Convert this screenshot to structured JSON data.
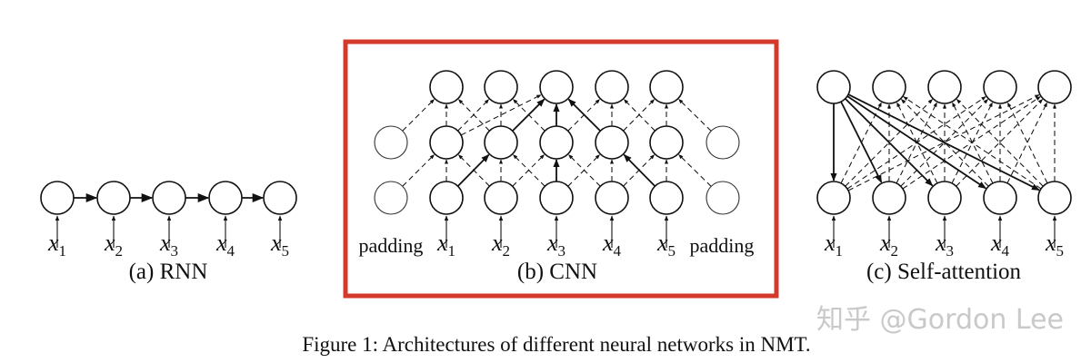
{
  "panels": {
    "rnn": {
      "caption": "(a) RNN",
      "inputs": [
        "1",
        "2",
        "3",
        "4",
        "5"
      ]
    },
    "cnn": {
      "caption": "(b) CNN",
      "inputs": [
        "1",
        "2",
        "3",
        "4",
        "5"
      ],
      "padding_left": "padding",
      "padding_right": "padding"
    },
    "self_attention": {
      "caption": "(c) Self-attention",
      "inputs": [
        "1",
        "2",
        "3",
        "4",
        "5"
      ]
    }
  },
  "input_symbol": "x",
  "figure_caption": "Figure 1:  Architectures of different neural networks in NMT.",
  "watermark": "知乎 @Gordon Lee",
  "colors": {
    "highlight_box": "#d43a2c",
    "ink": "#111111",
    "watermark": "#c9c9c9"
  }
}
